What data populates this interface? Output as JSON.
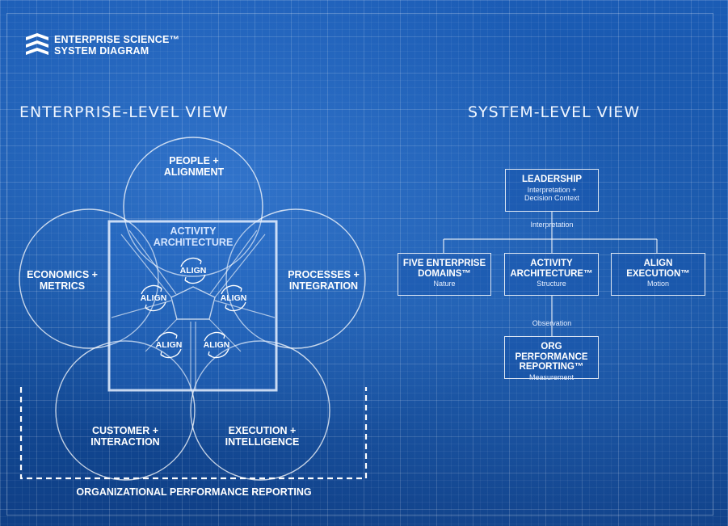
{
  "header": {
    "line1": "ENTERPRISE SCIENCE™",
    "line2": "SYSTEM DIAGRAM"
  },
  "enterprise_view": {
    "title": "ENTERPRISE-LEVEL VIEW",
    "people": {
      "line1": "PEOPLE +",
      "line2": "ALIGNMENT"
    },
    "economics": {
      "line1": "ECONOMICS +",
      "line2": "METRICS"
    },
    "processes": {
      "line1": "PROCESSES +",
      "line2": "INTEGRATION"
    },
    "customer": {
      "line1": "CUSTOMER +",
      "line2": "INTERACTION"
    },
    "execution": {
      "line1": "EXECUTION +",
      "line2": "INTELLIGENCE"
    },
    "activity": {
      "line1": "ACTIVITY",
      "line2": "ARCHITECTURE"
    },
    "align_label": "ALIGN",
    "reporting": "ORGANIZATIONAL PERFORMANCE REPORTING"
  },
  "system_view": {
    "title": "SYSTEM-LEVEL VIEW",
    "leadership": {
      "title": "LEADERSHIP",
      "sub1": "Interpretation +",
      "sub2": "Decision Context"
    },
    "interpretation": "Interpretation",
    "five_domains": {
      "line1": "FIVE ENTERPRISE",
      "line2": "DOMAINS™",
      "sub": "Nature"
    },
    "activity": {
      "line1": "ACTIVITY",
      "line2": "ARCHITECTURE™",
      "sub": "Structure"
    },
    "align_exec": {
      "line1": "ALIGN",
      "line2": "EXECUTION™",
      "sub": "Motion"
    },
    "observation": "Observation",
    "org_perf": {
      "line1": "ORG PERFORMANCE",
      "line2": "REPORTING™",
      "sub": "Measurement"
    }
  },
  "colors": {
    "background": "#1552a8",
    "line": "#ffffff"
  }
}
